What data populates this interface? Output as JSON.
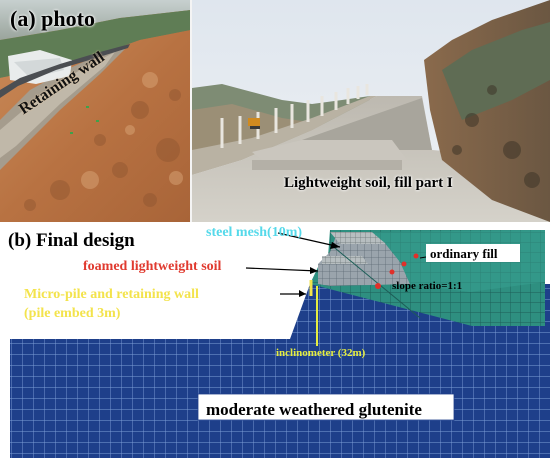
{
  "panel_a": {
    "label": "(a) photo",
    "retaining_wall": "Retaining wall",
    "fill": "Lightweight soil, fill part I"
  },
  "panel_b": {
    "label": "(b) Final design",
    "steel_mesh": "steel mesh(10m)",
    "foamed_soil": "foamed lightweight soil",
    "micro_pile_line1": "Micro-pile and retaining wall",
    "micro_pile_line2": "(pile embed 3m)",
    "ordinary_fill": "ordinary  fill",
    "slope_ratio": "slope ratio=1:1",
    "inclinometer": "inclinometer (32m)",
    "glutenite": "moderate weathered glutenite"
  },
  "colors": {
    "steel_mesh": "#55d9ea",
    "foamed_soil": "#e03a2f",
    "micro_pile": "#f3e34c",
    "inclinometer": "#e6ee40",
    "bedrock": "#1e3f8a",
    "fill": "#2e8f80",
    "lightweight_soil": "#9aa4ac"
  }
}
